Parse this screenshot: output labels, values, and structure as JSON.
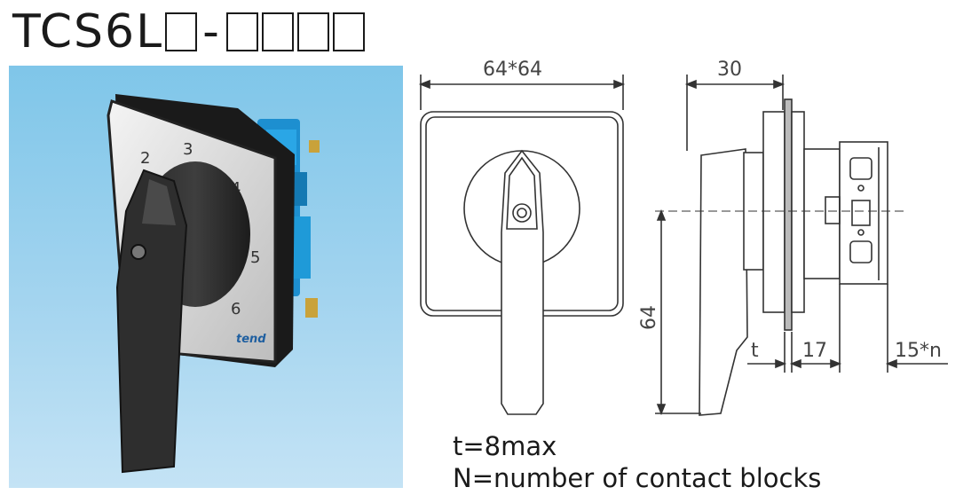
{
  "title": {
    "prefix": "TCS6L",
    "separator": "-"
  },
  "photo": {
    "dial_numbers": [
      "2",
      "3",
      "4",
      "5",
      "6"
    ],
    "brand": "tend"
  },
  "dimensions": {
    "front_width": "64*64",
    "side_depth": "30",
    "height": "64",
    "thickness": "t",
    "offset": "17",
    "block_depth": "15*n"
  },
  "notes": {
    "line1": "t=8max",
    "line2": "N=number of contact blocks"
  }
}
